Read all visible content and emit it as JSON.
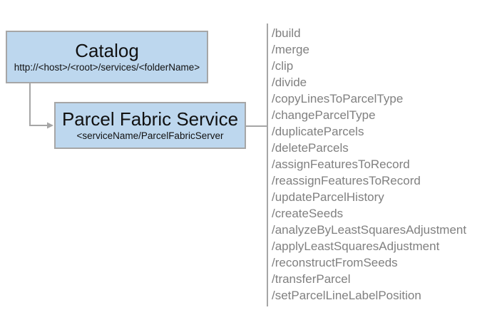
{
  "colors": {
    "box-fill": "#bdd7ee",
    "box-border": "#a6a6a6",
    "connector": "#a6a6a6",
    "title-text": "#111111",
    "endpoint-text": "#808080",
    "background": "#ffffff"
  },
  "nodes": {
    "catalog": {
      "title": "Catalog",
      "subtitle": "http://<host>/<root>/services/<folderName>"
    },
    "service": {
      "title": "Parcel Fabric Service",
      "subtitle": "<serviceName/ParcelFabricServer"
    }
  },
  "endpoints": [
    "/build",
    "/merge",
    "/clip",
    "/divide",
    "/copyLinesToParcelType",
    "/changeParcelType",
    "/duplicateParcels",
    "/deleteParcels",
    "/assignFeaturesToRecord",
    "/reassignFeaturesToRecord",
    "/updateParcelHistory",
    "/createSeeds",
    "/analyzeByLeastSquaresAdjustment",
    "/applyLeastSquaresAdjustment",
    "/reconstructFromSeeds",
    "/transferParcel",
    "/setParcelLineLabelPosition"
  ]
}
